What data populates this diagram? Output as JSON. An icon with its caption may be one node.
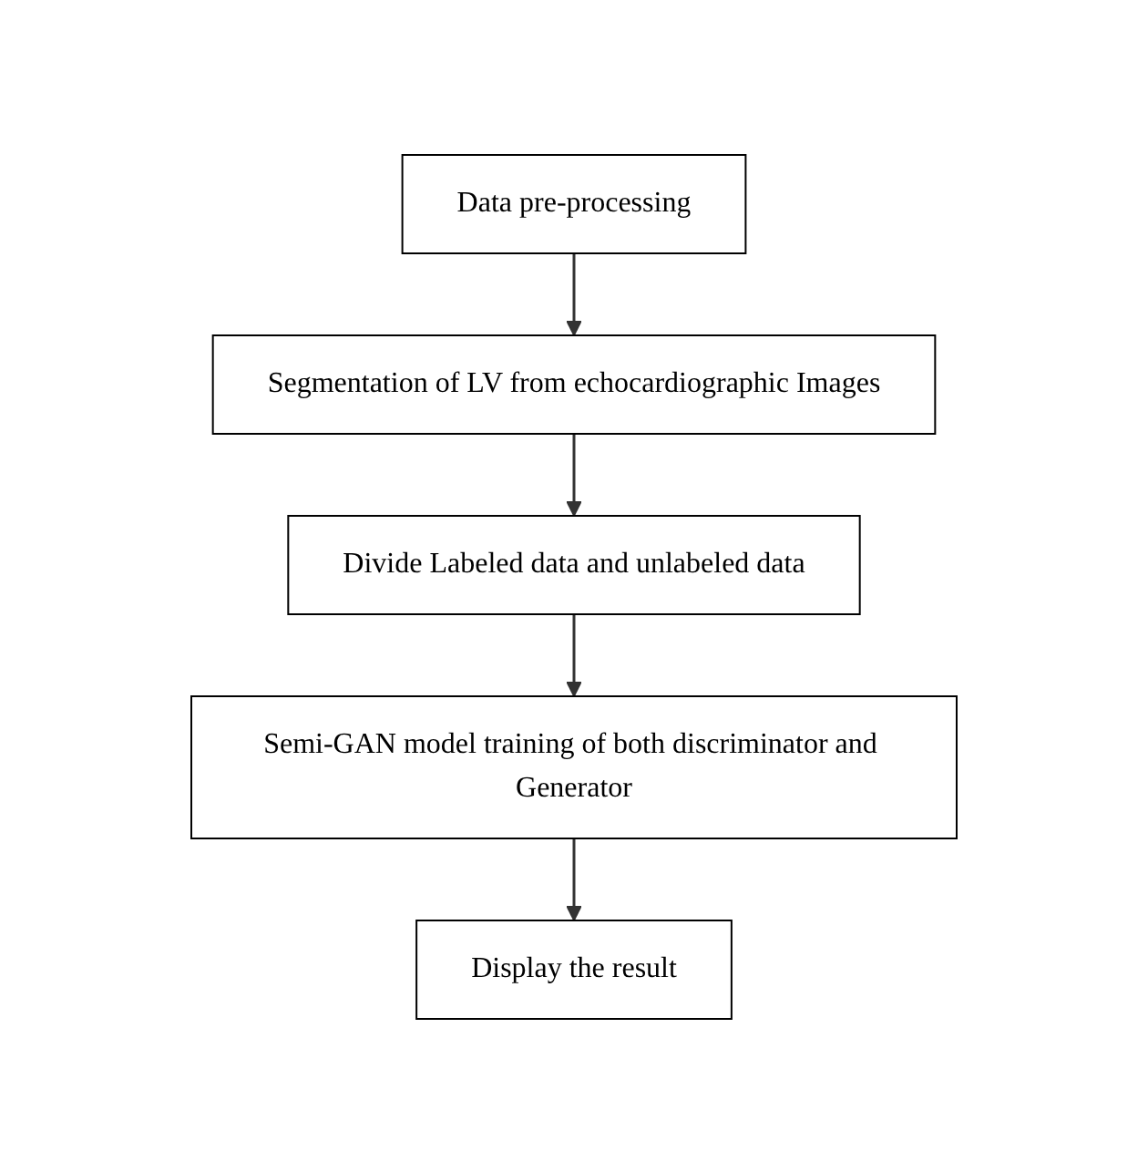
{
  "diagram": {
    "nodes": [
      {
        "text": [
          "Data pre-processing"
        ]
      },
      {
        "text": [
          "Segmentation of LV from echocardiographic Images"
        ]
      },
      {
        "text": [
          "Divide Labeled data and unlabeled data"
        ]
      },
      {
        "text": [
          "Semi-GAN model training of both discriminator and Generator"
        ]
      },
      {
        "text": [
          "Display the result"
        ]
      }
    ],
    "edges": [
      {
        "from": 0,
        "to": 1,
        "arrow": "to"
      },
      {
        "from": 1,
        "to": 2,
        "arrow": "to"
      },
      {
        "from": 2,
        "to": 3,
        "arrow": "to"
      },
      {
        "from": 3,
        "to": 4,
        "arrow": "to"
      }
    ]
  }
}
